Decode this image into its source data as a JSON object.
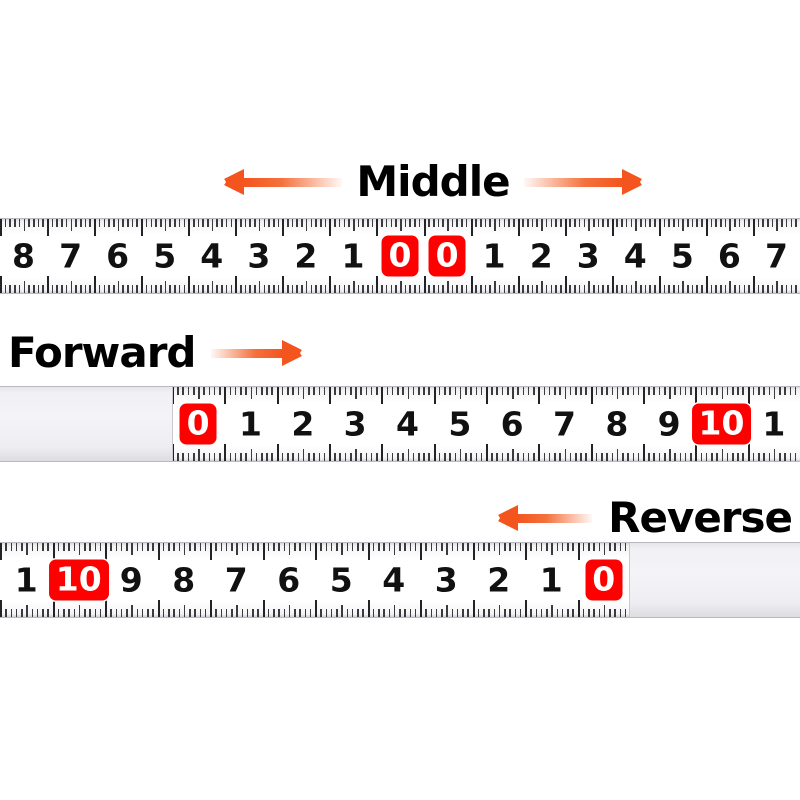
{
  "page": {
    "background": "#ffffff",
    "accent_red": "#FF0000",
    "arrow_color": "#F4551F"
  },
  "sections": [
    {
      "id": "middle",
      "label": "Middle",
      "arrow_left": "arrow-left-icon",
      "arrow_right": "arrow-right-icon",
      "tape": {
        "blank_left": false,
        "blank_right": false,
        "numbers": [
          "8",
          "7",
          "6",
          "5",
          "4",
          "3",
          "2",
          "1",
          "0",
          "0",
          "1",
          "2",
          "3",
          "4",
          "5",
          "6",
          "7"
        ],
        "red_indices": [
          8,
          9
        ]
      }
    },
    {
      "id": "forward",
      "label": "Forward",
      "arrow_right": "arrow-right-icon",
      "tape": {
        "blank_left": true,
        "blank_right": false,
        "numbers": [
          "0",
          "1",
          "2",
          "3",
          "4",
          "5",
          "6",
          "7",
          "8",
          "9",
          "10",
          "1"
        ],
        "red_indices": [
          0,
          10
        ]
      }
    },
    {
      "id": "reverse",
      "label": "Reverse",
      "arrow_left": "arrow-left-icon",
      "tape": {
        "blank_left": false,
        "blank_right": true,
        "numbers": [
          "1",
          "10",
          "9",
          "8",
          "7",
          "6",
          "5",
          "4",
          "3",
          "2",
          "1",
          "0"
        ],
        "red_indices": [
          1,
          11
        ]
      }
    }
  ]
}
